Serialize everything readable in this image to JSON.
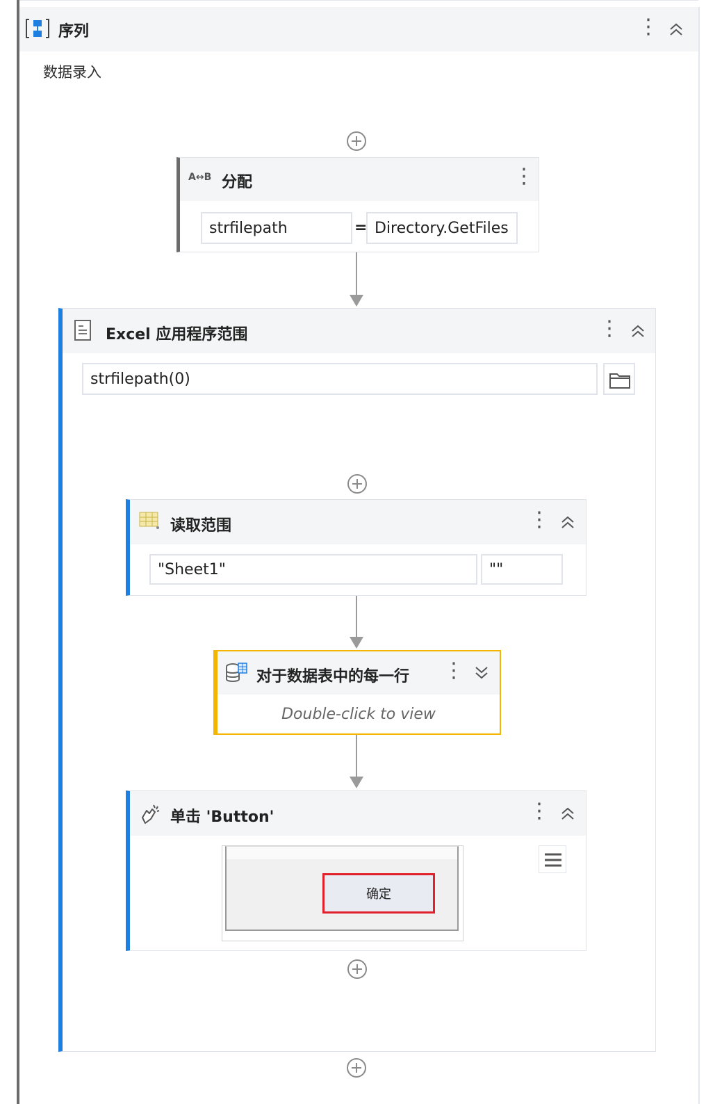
{
  "sequence": {
    "title": "序列",
    "display_name": "数据录入"
  },
  "assign": {
    "title": "分配",
    "icon_text": "A↔B",
    "left_value": "strfilepath",
    "equals": "=",
    "right_value": "Directory.GetFiles"
  },
  "excel_scope": {
    "title": "Excel 应用程序范围",
    "path_value": "strfilepath(0)"
  },
  "read_range": {
    "title": "读取范围",
    "sheet_value": "\"Sheet1\"",
    "range_value": "\"\""
  },
  "for_each_row": {
    "title": "对于数据表中的每一行",
    "hint": "Double-click to view"
  },
  "click": {
    "title": "单击 'Button'",
    "preview_button_label": "确定"
  },
  "colors": {
    "sequence_border": "#6b6b6b",
    "scope_accent": "#1e7fe0",
    "collapsed_accent": "#f5b400",
    "selection_red": "#e0202a"
  }
}
